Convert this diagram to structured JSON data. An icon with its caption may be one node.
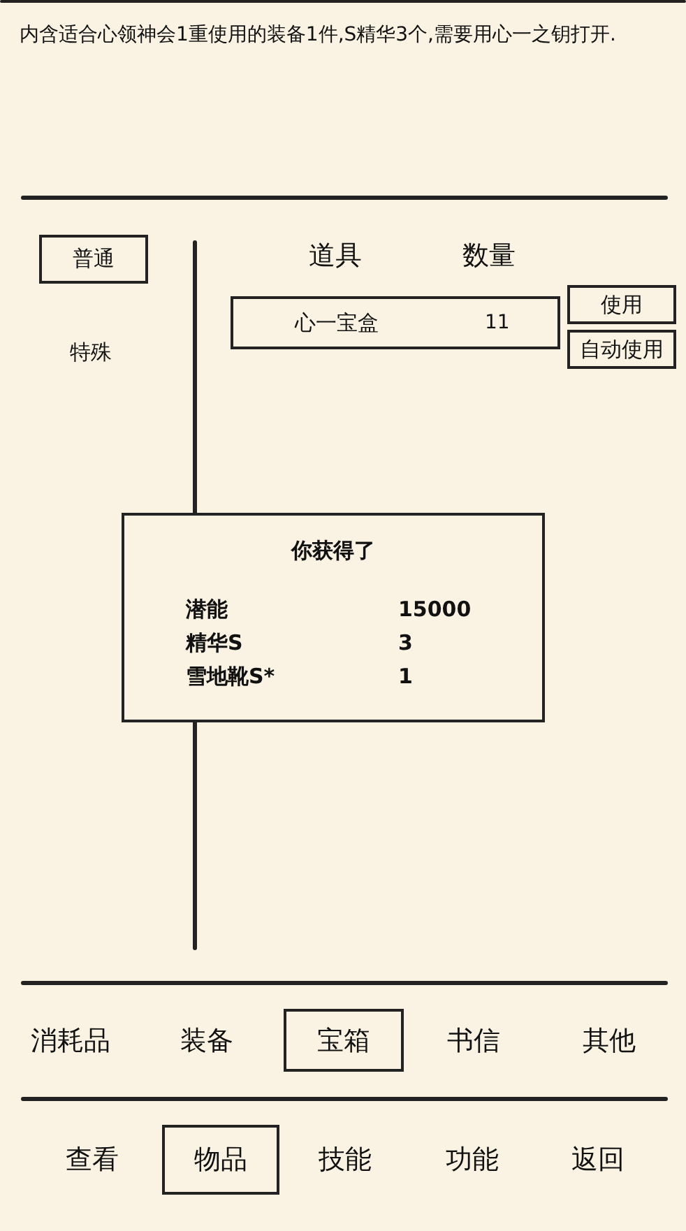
{
  "diagram": {
    "nodes": [
      {
        "text": [
          "普通"
        ]
      },
      {
        "text": [
          "心一宝盒",
          "11"
        ]
      },
      {
        "text": [
          "使用"
        ]
      },
      {
        "text": [
          "自动使用"
        ]
      },
      {
        "text": [
          "你获得了",
          "潜能",
          "15000",
          "精华S",
          "3",
          "雪地靴S*",
          "1"
        ]
      },
      {
        "text": [
          "宝箱"
        ]
      },
      {
        "text": [
          "物品"
        ]
      }
    ],
    "labels": [
      "内含适合心领神会1重使用的装备1件,S精华3个,需要用心一之钥打开.",
      "道具",
      "数量",
      "特殊",
      "消耗品",
      "装备",
      "书信",
      "其他",
      "查看",
      "技能",
      "功能",
      "返回"
    ]
  }
}
